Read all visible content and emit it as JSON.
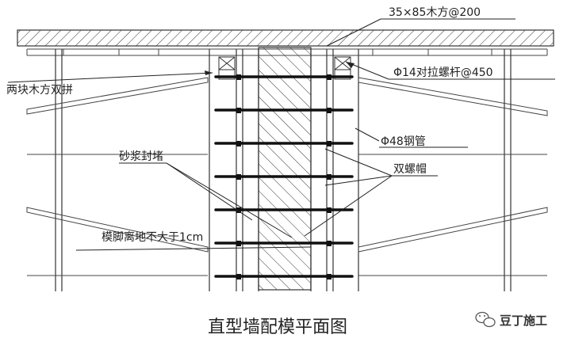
{
  "labels": {
    "top_timber": "35×85木方@200",
    "double_timber": "两块木方双拼",
    "tie_bolt": "Φ14对拉螺杆@450",
    "steel_pipe": "Φ48钢管",
    "mortar_seal": "砂浆封堵",
    "double_nut": "双螺帽",
    "form_foot": "模脚离地不大于1cm"
  },
  "caption": "直型墙配模平面图",
  "watermark": {
    "text": "豆丁施工",
    "icon": "wechat-icon"
  }
}
